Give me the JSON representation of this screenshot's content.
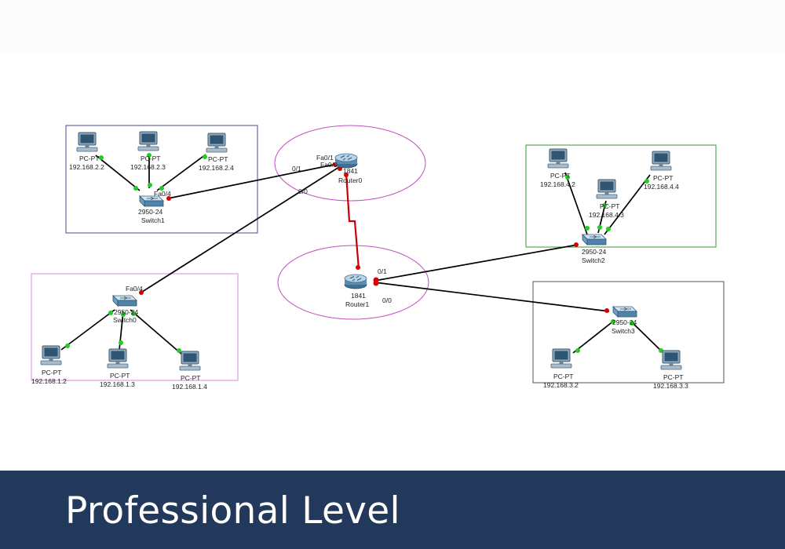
{
  "footer": {
    "title": "Professional Level"
  },
  "colors": {
    "footer_bg": "#23395b",
    "ethernet_link": "#000000",
    "serial_link": "#cc0000",
    "port_up": "#22cc22",
    "port_down": "#dd0000",
    "lan1_box": "#4a4a8a",
    "lan0_box": "#d88ad8",
    "lan4_box": "#339933",
    "lan3_box": "#555555",
    "wan_ellipse": "#c050c0"
  },
  "routers": [
    {
      "id": "router0",
      "model": "1841",
      "name": "Router0",
      "icon": "router-icon"
    },
    {
      "id": "router1",
      "model": "1841",
      "name": "Router1",
      "icon": "router-icon"
    }
  ],
  "switches": [
    {
      "id": "switch1",
      "model": "2950-24",
      "name": "Switch1",
      "icon": "switch-icon"
    },
    {
      "id": "switch0",
      "model": "2950-24",
      "name": "Switch0",
      "icon": "switch-icon"
    },
    {
      "id": "switch2",
      "model": "2950-24",
      "name": "Switch2",
      "icon": "switch-icon"
    },
    {
      "id": "switch3",
      "model": "2950-24",
      "name": "Switch3",
      "icon": "switch-icon"
    }
  ],
  "pcs": [
    {
      "id": "pc-2-2",
      "type": "PC-PT",
      "ip": "192.168.2.2",
      "icon": "pc-icon"
    },
    {
      "id": "pc-2-3",
      "type": "PC-PT",
      "ip": "192.168.2.3",
      "icon": "pc-icon"
    },
    {
      "id": "pc-2-4",
      "type": "PC-PT",
      "ip": "192.168.2.4",
      "icon": "pc-icon"
    },
    {
      "id": "pc-1-2",
      "type": "PC-PT",
      "ip": "192.168.1.2",
      "icon": "pc-icon"
    },
    {
      "id": "pc-1-3",
      "type": "PC-PT",
      "ip": "192.168.1.3",
      "icon": "pc-icon"
    },
    {
      "id": "pc-1-4",
      "type": "PC-PT",
      "ip": "192.168.1.4",
      "icon": "pc-icon"
    },
    {
      "id": "pc-4-2",
      "type": "PC-PT",
      "ip": "192.168.4.2",
      "icon": "pc-icon"
    },
    {
      "id": "pc-4-3",
      "type": "PC-PT",
      "ip": "192.168.4.3",
      "icon": "pc-icon"
    },
    {
      "id": "pc-4-4",
      "type": "PC-PT",
      "ip": "192.168.4.4",
      "icon": "pc-icon"
    },
    {
      "id": "pc-3-2",
      "type": "PC-PT",
      "ip": "192.168.3.2",
      "icon": "pc-icon"
    },
    {
      "id": "pc-3-3",
      "type": "PC-PT",
      "ip": "192.168.3.3",
      "icon": "pc-icon"
    }
  ],
  "interfaces": {
    "r0_switch1": "0/1",
    "r0_switch0": "0/0",
    "r0_fa01": "Fa0/1",
    "r0_fa00": "Fa0/0",
    "switch1_fa04": "Fa0/4",
    "switch0_fa04": "Fa0/4",
    "r1_switch2": "0/1",
    "r1_switch3": "0/0"
  }
}
